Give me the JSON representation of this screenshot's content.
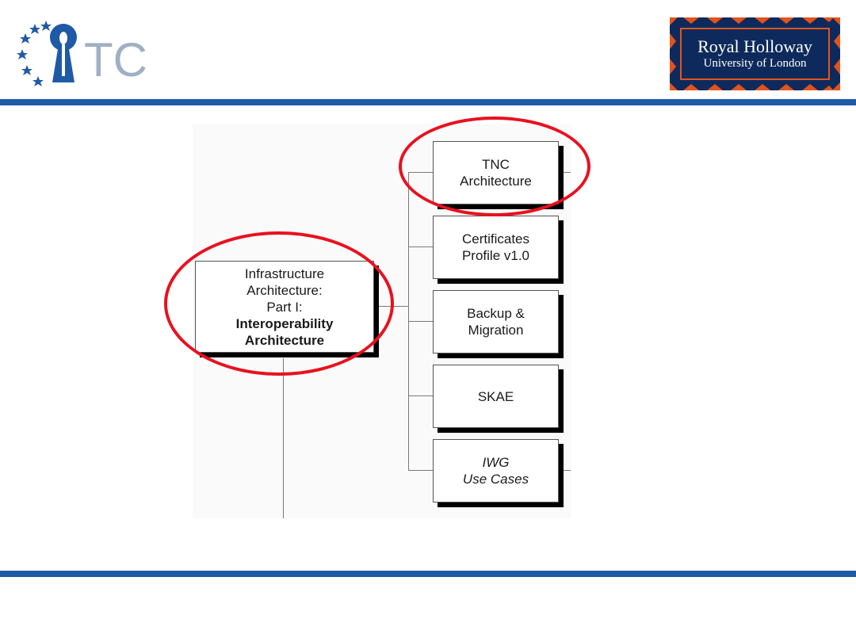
{
  "header": {
    "left_logo": {
      "text": "TC"
    },
    "right_logo": {
      "line1": "Royal Holloway",
      "line2": "University of London"
    }
  },
  "diagram": {
    "root": {
      "lines": [
        "Infrastructure",
        "Architecture:",
        "Part I:"
      ],
      "bold_lines": [
        "Interoperability",
        "Architecture"
      ]
    },
    "children": [
      {
        "lines": [
          "TNC",
          "Architecture"
        ]
      },
      {
        "lines": [
          "Certificates",
          "Profile v1.0"
        ]
      },
      {
        "lines": [
          "Backup &",
          "Migration"
        ]
      },
      {
        "lines": [
          "SKAE"
        ]
      },
      {
        "italic_lines": [
          "IWG",
          "Use Cases"
        ]
      }
    ]
  },
  "colors": {
    "accent_blue": "#1f5aa6",
    "highlight_red": "#e8111f",
    "rh_navy": "#0e2a5c",
    "rh_orange": "#e2531d"
  }
}
